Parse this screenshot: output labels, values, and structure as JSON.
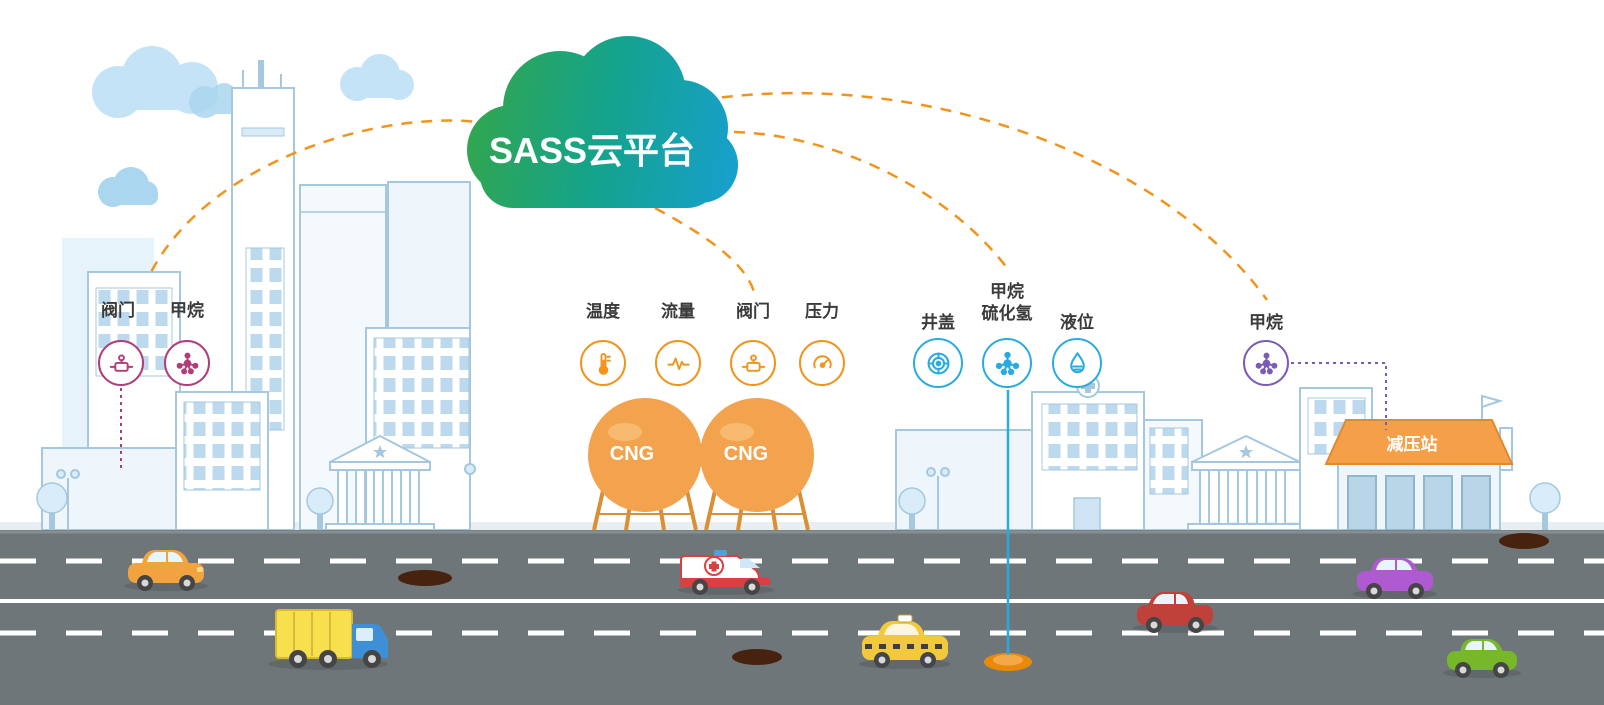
{
  "cloud": {
    "label": "SASS云平台"
  },
  "sensor_groups": [
    {
      "name": "city-gas-sensors",
      "color": "#b03c78",
      "items": [
        {
          "label": "阀门",
          "icon": "valve-icon"
        },
        {
          "label": "甲烷",
          "icon": "methane-icon"
        }
      ]
    },
    {
      "name": "cng-tank-sensors",
      "color": "#f0941d",
      "items": [
        {
          "label": "温度",
          "icon": "temperature-icon"
        },
        {
          "label": "流量",
          "icon": "flow-icon"
        },
        {
          "label": "阀门",
          "icon": "valve-icon"
        },
        {
          "label": "压力",
          "icon": "pressure-icon"
        }
      ]
    },
    {
      "name": "pipeline-manhole-sensors",
      "color": "#29abe2",
      "items": [
        {
          "label": "井盖",
          "icon": "manhole-icon"
        },
        {
          "label": "甲烷",
          "label2": "硫化氢",
          "icon": "gas-molecule-icon"
        },
        {
          "label": "液位",
          "icon": "level-icon"
        }
      ]
    },
    {
      "name": "pressure-station-sensors",
      "color": "#7a5cb8",
      "items": [
        {
          "label": "甲烷",
          "icon": "methane-icon"
        }
      ]
    }
  ],
  "tanks": {
    "label_left": "CNG",
    "label_right": "CNG"
  },
  "station": {
    "label": "减压站"
  },
  "colors": {
    "cloud_green": "#2fa84e",
    "cloud_blue": "#17a0cb",
    "orange": "#f0941d",
    "magenta": "#b03c78",
    "blue": "#29abe2",
    "purple": "#7a5cb8",
    "road": "#6e767a",
    "tank_orange": "#f3a24e",
    "building_line": "#a5c8de"
  }
}
